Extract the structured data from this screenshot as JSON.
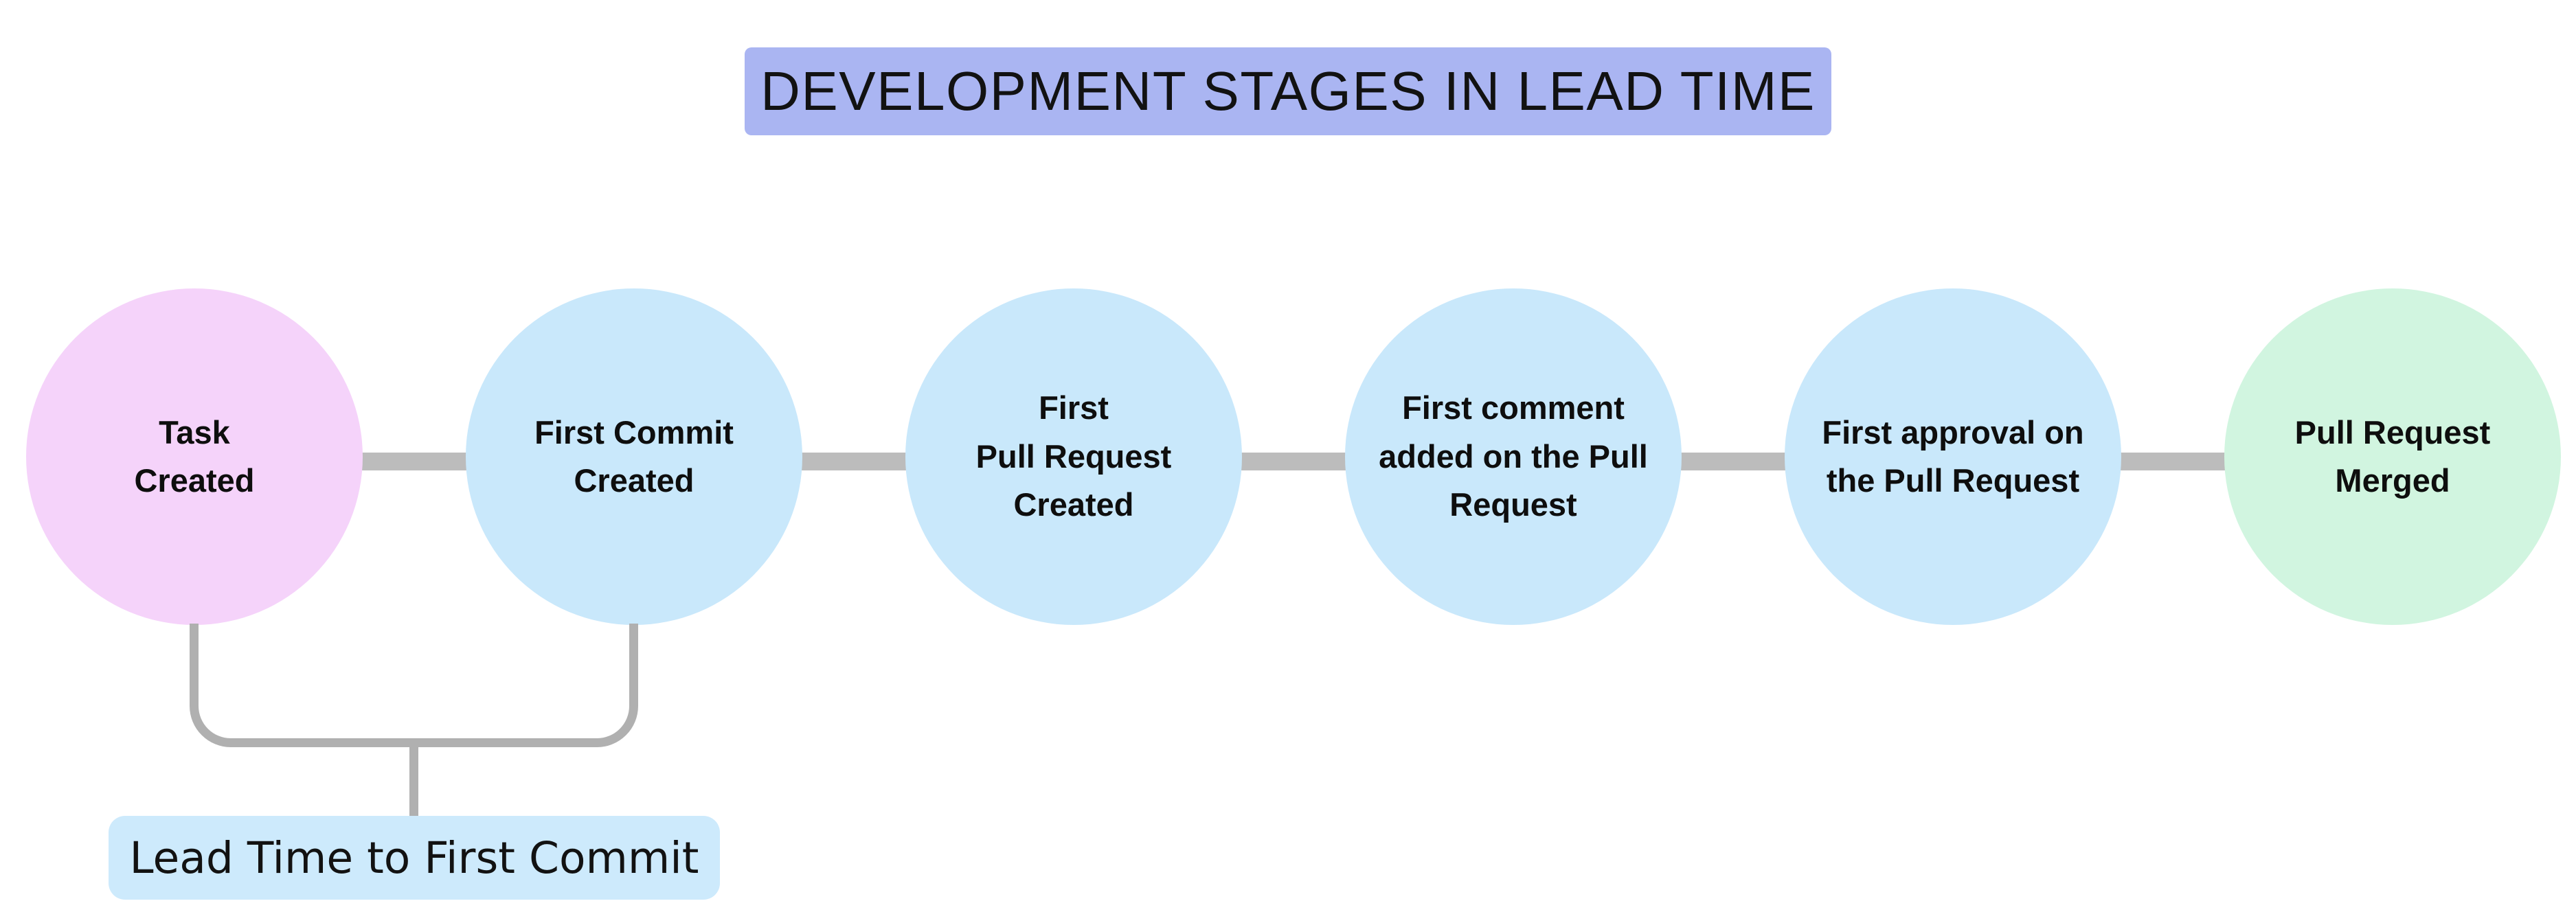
{
  "title": {
    "text": "DEVELOPMENT STAGES IN LEAD TIME",
    "bg_color": "#aab5f2"
  },
  "stages": [
    {
      "id": "task-created",
      "lines": [
        "Task",
        "Created"
      ],
      "color": "#f5d3fa"
    },
    {
      "id": "first-commit-created",
      "lines": [
        "First Commit",
        "Created"
      ],
      "color": "#c9e8fb"
    },
    {
      "id": "first-pull-request-created",
      "lines": [
        "First",
        "Pull Request",
        "Created"
      ],
      "color": "#c9e8fb"
    },
    {
      "id": "first-comment-added",
      "lines": [
        "First comment",
        "added on the Pull",
        "Request"
      ],
      "color": "#c9e8fb"
    },
    {
      "id": "first-approval",
      "lines": [
        "First approval on",
        "the Pull Request"
      ],
      "color": "#c9e8fb"
    },
    {
      "id": "pull-request-merged",
      "lines": [
        "Pull Request",
        "Merged"
      ],
      "color": "#d1f5e0"
    }
  ],
  "connector_color": "#bcbcbc",
  "bracket_color": "#b0b0b0",
  "annotation": {
    "text": "Lead Time to First Commit",
    "bg_color": "#cdeafc"
  }
}
